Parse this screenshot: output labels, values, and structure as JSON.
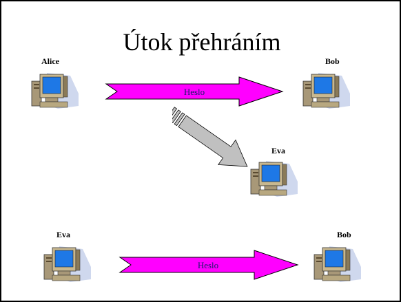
{
  "title": "Útok přehráním",
  "nodes": {
    "alice": "Alice",
    "bob_top": "Bob",
    "eva_middle": "Eva",
    "eva_bottom": "Eva",
    "bob_bottom": "Bob"
  },
  "arrows": {
    "top": "Heslo",
    "bottom": "Heslo"
  },
  "colors": {
    "message_arrow": "#ff00ff",
    "intercept_arrow": "#c0c0c0",
    "monitor_screen": "#1e78e6",
    "computer_shadow": "#cfd8ee"
  },
  "icons": {
    "computer": "computer-icon"
  }
}
